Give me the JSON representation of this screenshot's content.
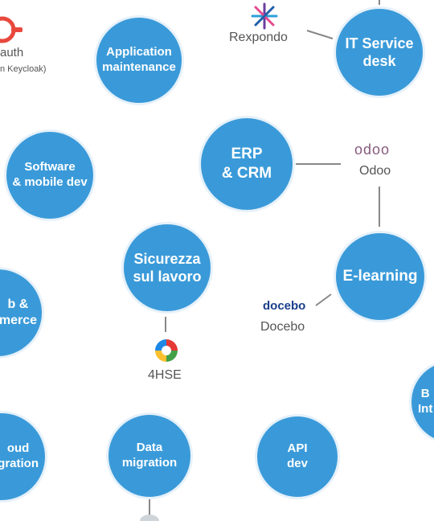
{
  "nodes": {
    "application_maintenance": "Application\nmaintenance",
    "it_service_desk": "IT Service\ndesk",
    "software_mobile_dev": "Software\n& mobile dev",
    "erp_crm": "ERP\n& CRM",
    "sicurezza": "Sicurezza\nsul lavoro",
    "e_learning": "E-learning",
    "web_ecommerce_partial": "b &\nmerce",
    "cloud_partial": "oud\ngration",
    "data_migration": "Data\nmigration",
    "api_dev": "API\ndev",
    "bi_partial": "B\nInt"
  },
  "logos": {
    "keycloak_label": "auth",
    "keycloak_sub": "n Keycloak)",
    "rexpondo": "Rexpondo",
    "odoo_mark": "odoo",
    "odoo": "Odoo",
    "docebo_mark": "docebo",
    "docebo": "Docebo",
    "hse": "4HSE"
  },
  "colors": {
    "node": "#3a9ad9",
    "line": "#888888",
    "text": "#555555",
    "odoo": "#875a7b",
    "docebo": "#1b3f8b"
  }
}
